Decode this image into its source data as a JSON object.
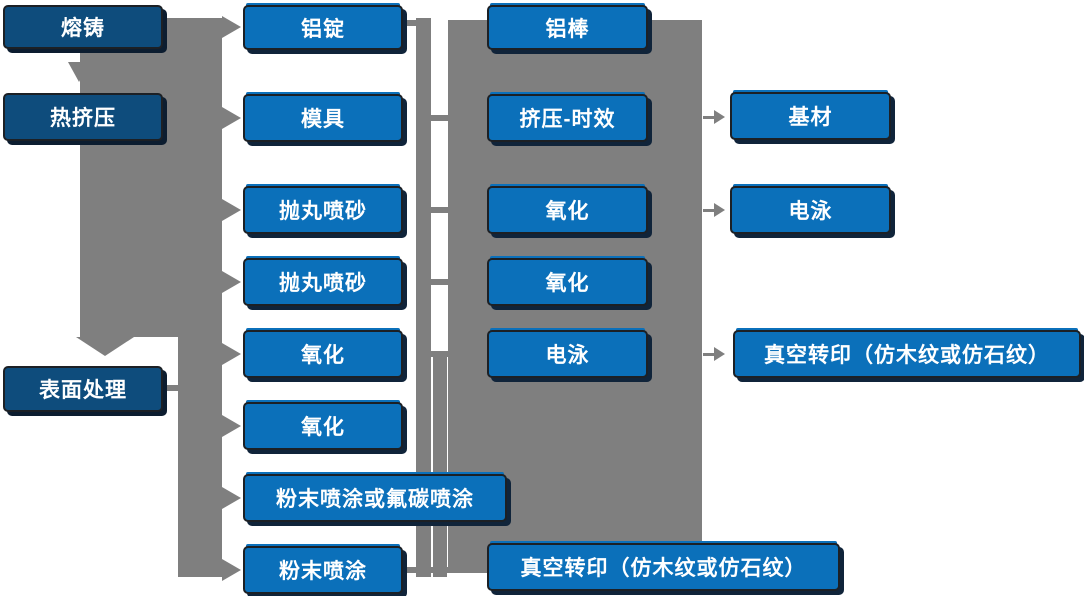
{
  "diagram_title": "aluminum-profile-processing-flowchart",
  "nodes": {
    "col1": [
      "熔铸",
      "热挤压",
      "表面处理"
    ],
    "col2": [
      "铝锭",
      "模具",
      "抛丸喷砂",
      "抛丸喷砂",
      "氧化",
      "氧化",
      "粉末喷涂或氟碳喷涂",
      "粉末喷涂"
    ],
    "col3": [
      "铝棒",
      "挤压-时效",
      "氧化",
      "氧化",
      "电泳",
      "真空转印（仿木纹或仿石纹）"
    ],
    "col4": [
      "基材",
      "电泳",
      "真空转印（仿木纹或仿石纹）"
    ]
  },
  "colors": {
    "box_blue": "#0b70ba",
    "box_dark_navy": "#0e4c7c",
    "box_border": "#1c2025",
    "box_shadow": "#10243a",
    "connector_gray": "#7f7f7f",
    "text": "#ffffff",
    "background": "#ffffff"
  }
}
